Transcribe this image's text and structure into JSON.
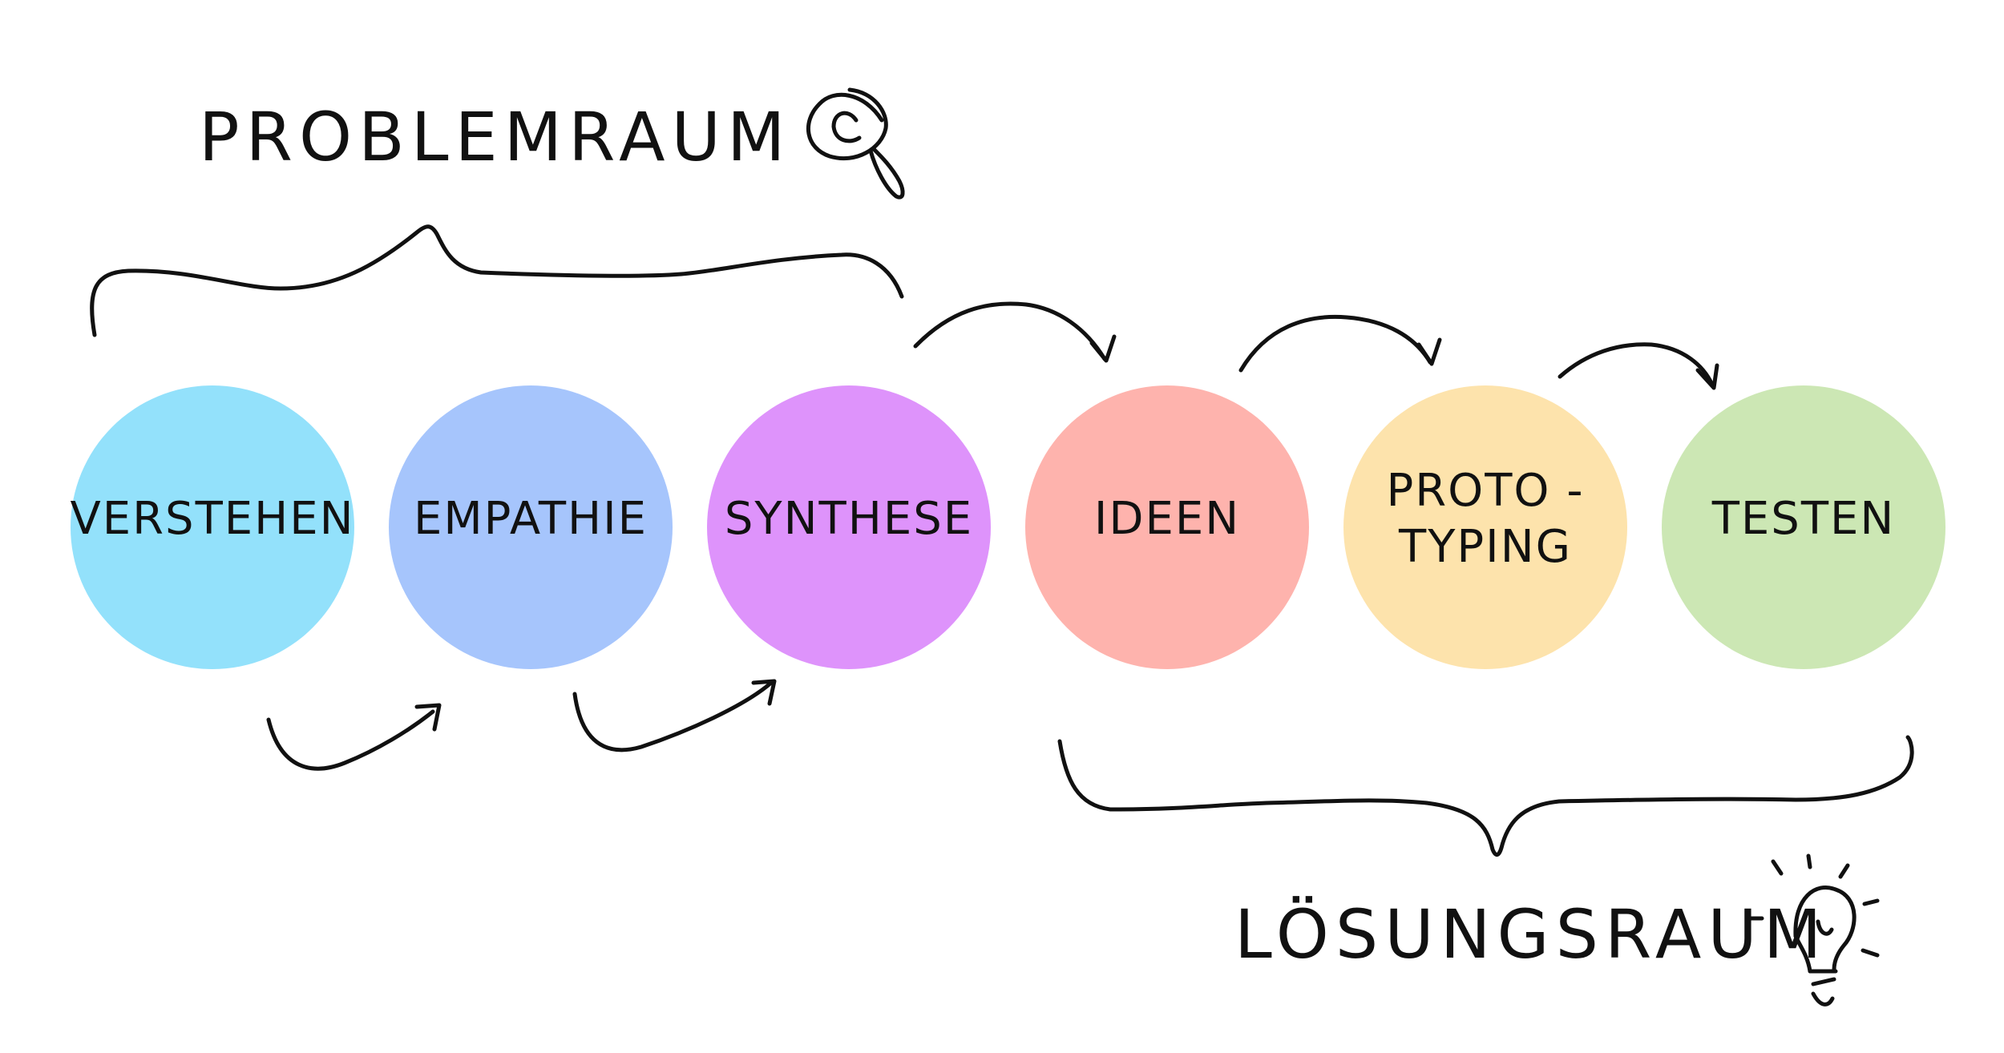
{
  "problem_space": {
    "label": "PROBLEMRAUM",
    "icon": "magnifier-icon"
  },
  "solution_space": {
    "label": "LÖSUNGSRAUM",
    "icon": "lightbulb-icon"
  },
  "stages": [
    {
      "id": "verstehen",
      "lines": [
        "VERSTEHEN"
      ],
      "color": "#93e1fb"
    },
    {
      "id": "empathie",
      "lines": [
        "EMPATHIE"
      ],
      "color": "#a6c5fc"
    },
    {
      "id": "synthese",
      "lines": [
        "SYNTHESE"
      ],
      "color": "#de93fb"
    },
    {
      "id": "ideen",
      "lines": [
        "IDEEN"
      ],
      "color": "#feb3ad"
    },
    {
      "id": "prototyping",
      "lines": [
        "PROTO -",
        "TYPING"
      ],
      "color": "#fde3ac"
    },
    {
      "id": "testen",
      "lines": [
        "TESTEN"
      ],
      "color": "#cce7b4"
    }
  ]
}
